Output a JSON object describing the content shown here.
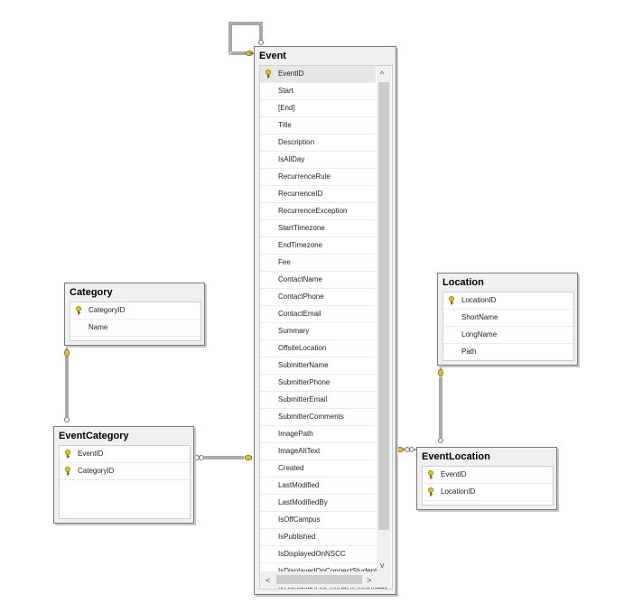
{
  "tables": {
    "event": {
      "title": "Event",
      "rows": [
        {
          "label": "EventID",
          "key": true
        },
        {
          "label": "Start",
          "key": false
        },
        {
          "label": "[End]",
          "key": false
        },
        {
          "label": "Title",
          "key": false
        },
        {
          "label": "Description",
          "key": false
        },
        {
          "label": "IsAllDay",
          "key": false
        },
        {
          "label": "RecurrenceRule",
          "key": false
        },
        {
          "label": "RecurrenceID",
          "key": false
        },
        {
          "label": "RecurrenceException",
          "key": false
        },
        {
          "label": "StartTimezone",
          "key": false
        },
        {
          "label": "EndTimezone",
          "key": false
        },
        {
          "label": "Fee",
          "key": false
        },
        {
          "label": "ContactName",
          "key": false
        },
        {
          "label": "ContactPhone",
          "key": false
        },
        {
          "label": "ContactEmail",
          "key": false
        },
        {
          "label": "Summary",
          "key": false
        },
        {
          "label": "OffsiteLocation",
          "key": false
        },
        {
          "label": "SubmitterName",
          "key": false
        },
        {
          "label": "SubmitterPhone",
          "key": false
        },
        {
          "label": "SubmitterEmail",
          "key": false
        },
        {
          "label": "SubmitterComments",
          "key": false
        },
        {
          "label": "ImagePath",
          "key": false
        },
        {
          "label": "ImageAltText",
          "key": false
        },
        {
          "label": "Created",
          "key": false
        },
        {
          "label": "LastModified",
          "key": false
        },
        {
          "label": "LastModifiedBy",
          "key": false
        },
        {
          "label": "IsOffCampus",
          "key": false
        },
        {
          "label": "IsPublished",
          "key": false
        },
        {
          "label": "IsDisplayedOnNSCC",
          "key": false
        },
        {
          "label": "IsDisplayedOnConnectStudents",
          "key": false
        },
        {
          "label": "IsDisplayedOnConnectEmployees",
          "key": false
        }
      ],
      "scroll_up": "^",
      "scroll_down": "v",
      "scroll_left": "<",
      "scroll_right": ">"
    },
    "category": {
      "title": "Category",
      "rows": [
        {
          "label": "CategoryID",
          "key": true
        },
        {
          "label": "Name",
          "key": false
        }
      ]
    },
    "event_category": {
      "title": "EventCategory",
      "rows": [
        {
          "label": "EventID",
          "key": true
        },
        {
          "label": "CategoryID",
          "key": true
        }
      ]
    },
    "location": {
      "title": "Location",
      "rows": [
        {
          "label": "LocationID",
          "key": true
        },
        {
          "label": "ShortName",
          "key": false
        },
        {
          "label": "LongName",
          "key": false
        },
        {
          "label": "Path",
          "key": false
        }
      ]
    },
    "event_location": {
      "title": "EventLocation",
      "rows": [
        {
          "label": "EventID",
          "key": true
        },
        {
          "label": "LocationID",
          "key": true
        }
      ]
    }
  },
  "colors": {
    "key_icon": "#e8c400",
    "connector_key": "#e8c400",
    "connector_line": "#555555"
  }
}
